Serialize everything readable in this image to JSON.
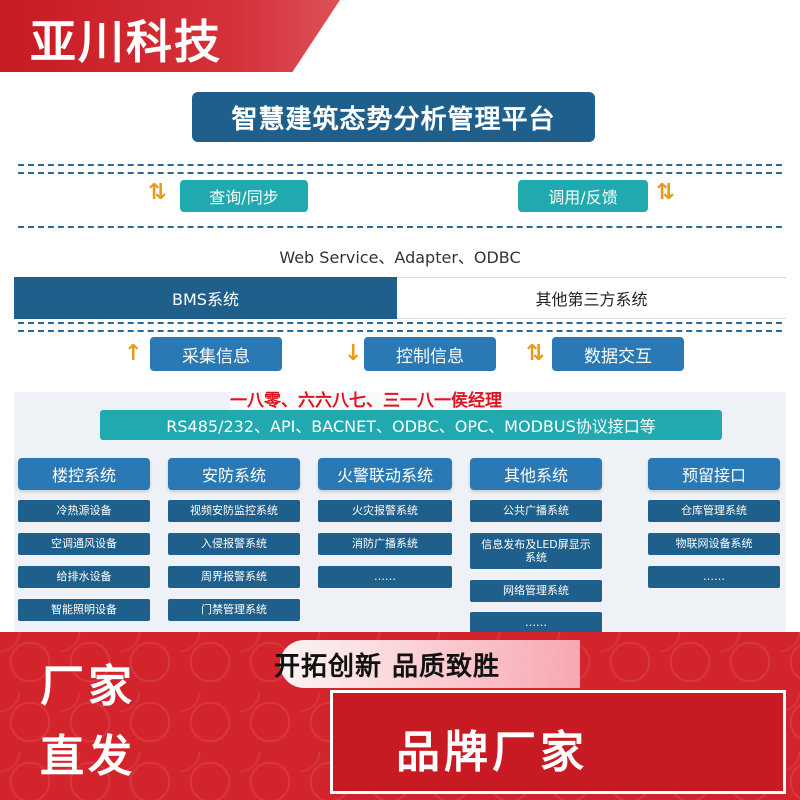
{
  "brand": "亚川科技",
  "title": "智慧建筑态势分析管理平台",
  "top_buttons": [
    {
      "label": "查询/同步"
    },
    {
      "label": "调用/反馈"
    }
  ],
  "protocols_top": "Web Service、Adapter、ODBC",
  "bms_left": "BMS系统",
  "bms_right": "其他第三方系统",
  "middle_buttons": [
    {
      "label": "采集信息"
    },
    {
      "label": "控制信息"
    },
    {
      "label": "数据交互"
    }
  ],
  "red_text": "一八零、六六八七、三一八一侯经理",
  "rs_bar": "RS485/232、API、BACNET、ODBC、OPC、MODBUS协议接口等",
  "columns": [
    {
      "title": "楼控系统",
      "items": [
        "冷热源设备",
        "空调通风设备",
        "给排水设备",
        "智能照明设备"
      ]
    },
    {
      "title": "安防系统",
      "items": [
        "视频安防监控系统",
        "入侵报警系统",
        "周界报警系统",
        "门禁管理系统"
      ]
    },
    {
      "title": "火警联动系统",
      "items": [
        "火灾报警系统",
        "消防广播系统",
        "……"
      ]
    },
    {
      "title": "其他系统",
      "items": [
        "公共广播系统",
        "信息发布及LED屏显示系统",
        "网络管理系统",
        "……"
      ]
    },
    {
      "title": "预留接口",
      "items": [
        "仓库管理系统",
        "物联网设备系统",
        "……"
      ]
    }
  ],
  "promo": {
    "slogan": "开拓创新 品质致胜",
    "factory_line1": "厂家",
    "factory_line2": "直发",
    "brand_factory": "品牌厂家"
  },
  "colors": {
    "brand_red": "#c81a22",
    "navy": "#1f5f8b",
    "teal": "#21a9b0",
    "blue": "#2a79b5",
    "arrow_orange": "#e89a1a"
  }
}
